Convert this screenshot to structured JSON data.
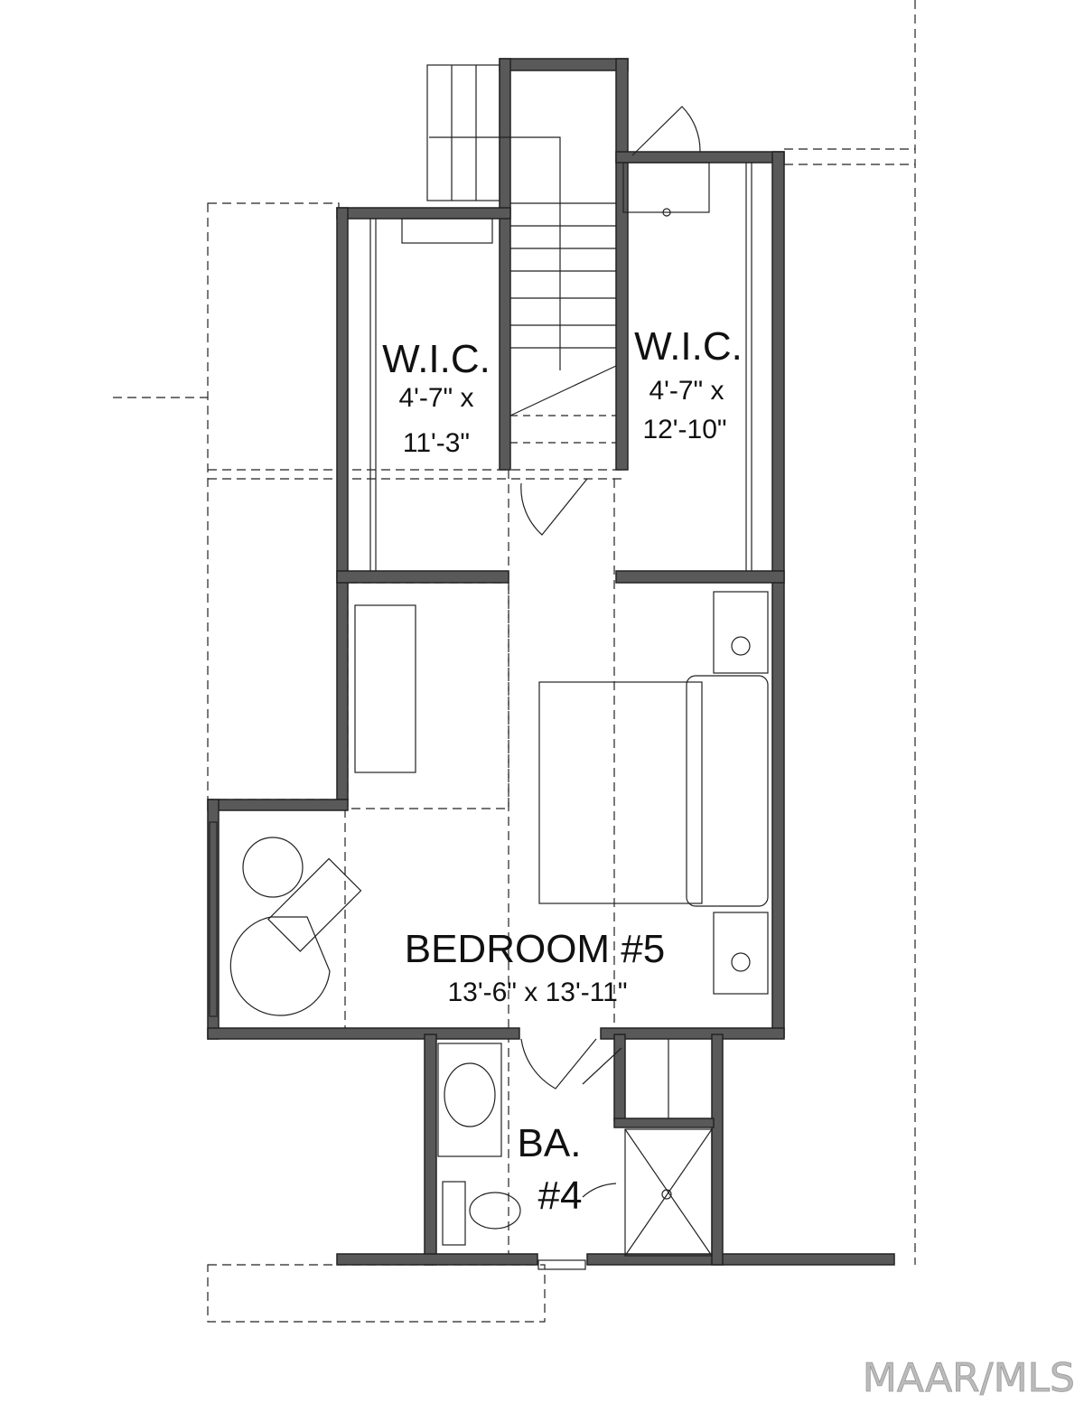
{
  "rooms": {
    "wic_left": {
      "name": "W.I.C.",
      "dim1": "4'-7\" x",
      "dim2": "11'-3\""
    },
    "wic_right": {
      "name": "W.I.C.",
      "dim1": "4'-7\" x",
      "dim2": "12'-10\""
    },
    "bedroom": {
      "name": "BEDROOM #5",
      "dim": "13'-6\" x 13'-11\""
    },
    "bath": {
      "name1": "BA.",
      "name2": "#4"
    }
  },
  "watermark": "MAAR/MLS",
  "colors": {
    "wall": "#595959",
    "line": "#222222",
    "watermark": "#bbbbbb"
  }
}
